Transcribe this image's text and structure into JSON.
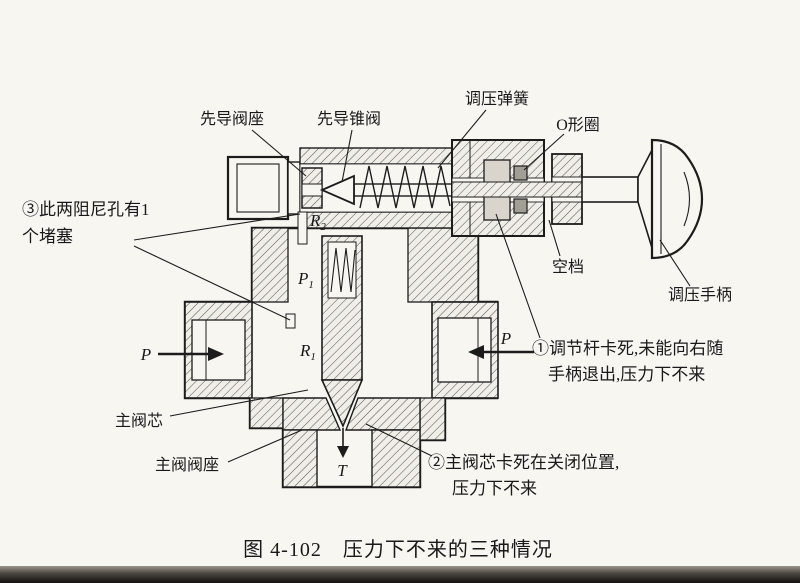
{
  "page": {
    "caption": "图 4-102　压力下不来的三种情况"
  },
  "labels": {
    "pilot_seat": "先导阀座",
    "pilot_cone": "先导锥阀",
    "pressure_spring": "调压弹簧",
    "o_ring": "O形圈",
    "neutral_gap": "空档",
    "adjust_handle": "调压手柄",
    "main_spool": "主阀芯",
    "main_seat": "主阀阀座",
    "port_p_left": "P",
    "port_p_right": "P",
    "port_t": "T",
    "p1": {
      "base": "P",
      "sub": "1"
    },
    "r1": {
      "base": "R",
      "sub": "1"
    },
    "r2": {
      "base": "R",
      "sub": "2"
    }
  },
  "notes": {
    "note1_line1": "①调节杆卡死,未能向右随",
    "note1_line2": "手柄退出,压力下不来",
    "note2_line1": "②主阀芯卡死在关闭位置,",
    "note2_line2": "压力下不来",
    "note3_line1": "③此两阻尼孔有1",
    "note3_line2": "个堵塞"
  }
}
